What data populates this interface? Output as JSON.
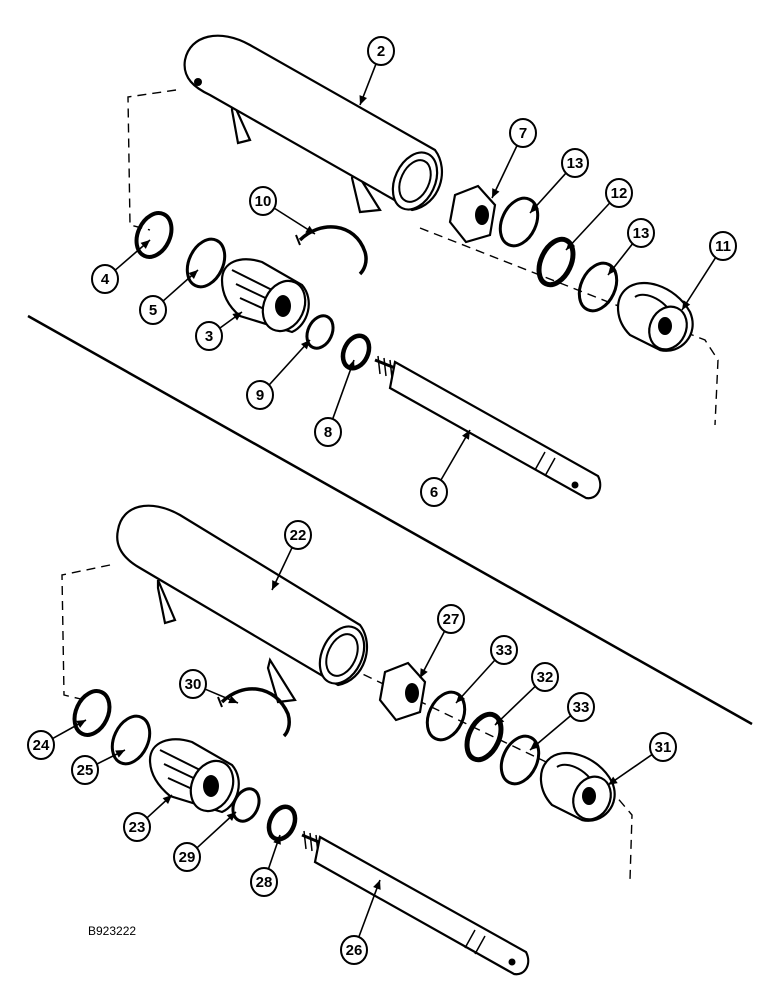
{
  "drawing_code": "B923222",
  "upper_assembly": {
    "callouts": [
      "2",
      "7",
      "13",
      "12",
      "13",
      "11",
      "10",
      "4",
      "5",
      "3",
      "9",
      "8",
      "6"
    ]
  },
  "lower_assembly": {
    "callouts": [
      "22",
      "27",
      "33",
      "32",
      "33",
      "31",
      "30",
      "24",
      "25",
      "23",
      "29",
      "28",
      "26"
    ]
  },
  "colors": {
    "ink": "#000000",
    "paper": "#ffffff"
  }
}
